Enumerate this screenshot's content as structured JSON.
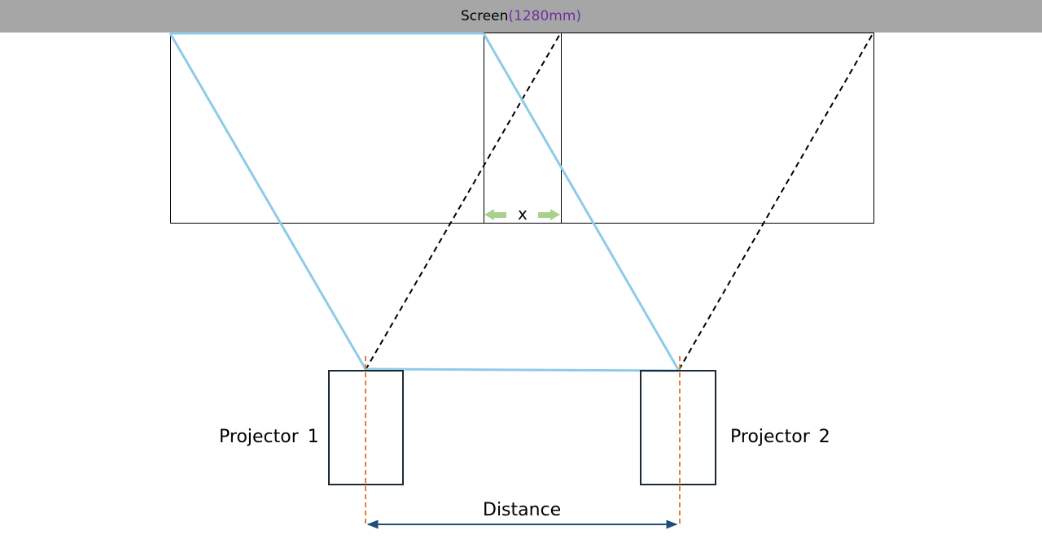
{
  "screen": {
    "label": "Screen",
    "size": "(1280mm)"
  },
  "gap_label": "x",
  "projectors": [
    {
      "label": "Projector 1"
    },
    {
      "label": "Projector 2"
    }
  ],
  "distance_label": "Distance",
  "colors": {
    "screen_bar": "#a6a6a6",
    "screen_size_text": "#7030a0",
    "projection_line": "#8fcbe9",
    "dashed_line": "#000000",
    "center_line": "#ed7d31",
    "gap_arrow": "#a9d18e",
    "distance_arrow": "#1f4e79",
    "outline": "#000000",
    "projector_outline": "#1b2a34"
  }
}
